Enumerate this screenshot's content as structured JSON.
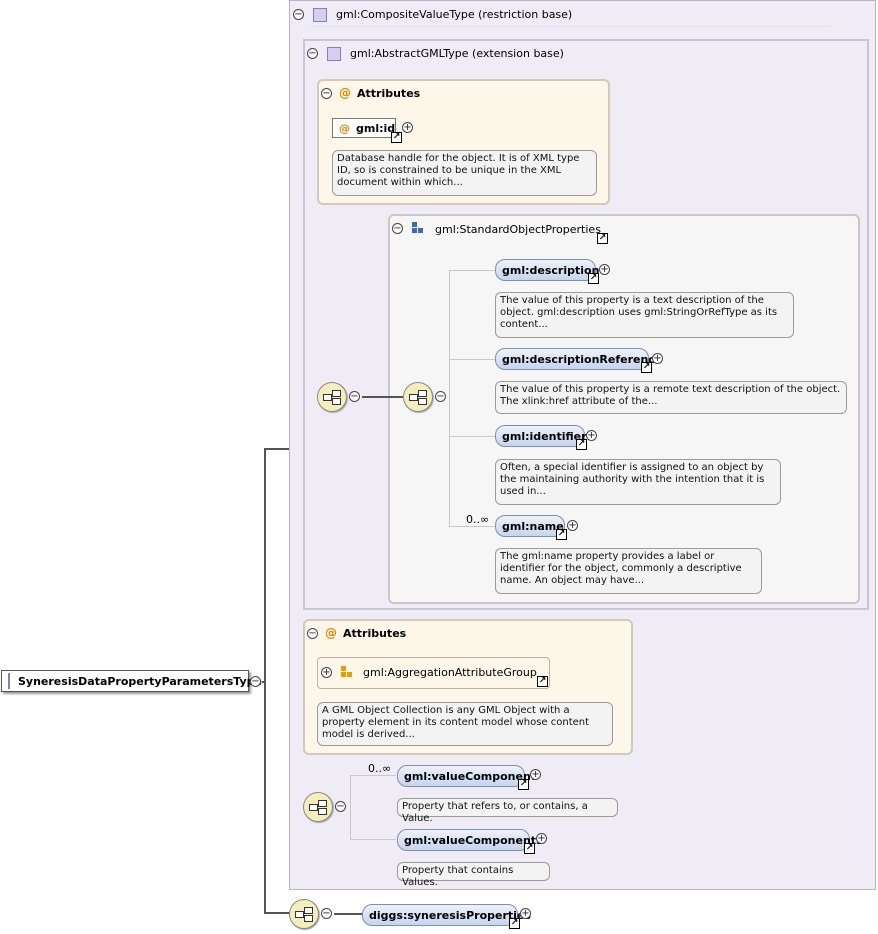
{
  "root": {
    "label": "SyneresisDataPropertyParametersType"
  },
  "composite": {
    "header": "gml:CompositeValueType (restriction base)"
  },
  "abstract": {
    "header": "gml:AbstractGMLType (extension base)"
  },
  "attrs1": {
    "header": "Attributes",
    "item": "gml:id",
    "note": "Database handle for the object. It is of XML type ID, so is constrained to be unique in the XML document within which..."
  },
  "std": {
    "header": "gml:StandardObjectProperties",
    "items": [
      {
        "label": "gml:description",
        "note": "The value of this property is a text description of the object. gml:description uses gml:StringOrRefType as its content..."
      },
      {
        "label": "gml:descriptionReference",
        "note": "The value of this property is a remote text description of the object. The xlink:href attribute of the..."
      },
      {
        "label": "gml:identifier",
        "note": "Often, a special identifier is assigned to an object by the maintaining authority with the intention that it is used in..."
      },
      {
        "label": "gml:name",
        "multiplicity": "0..∞",
        "note": "The gml:name property provides a label or identifier for the object, commonly a descriptive name. An object may have..."
      }
    ]
  },
  "attrs2": {
    "header": "Attributes",
    "group": "gml:AggregationAttributeGroup",
    "note": "A GML Object Collection is any GML Object with a property element in its content model whose content model is derived..."
  },
  "values": {
    "multiplicity": "0..∞",
    "items": [
      {
        "label": "gml:valueComponent",
        "note": "Property that refers to, or contains, a Value."
      },
      {
        "label": "gml:valueComponents",
        "note": "Property that contains Values."
      }
    ]
  },
  "syneresis": {
    "label": "diggs:syneresisProperties"
  },
  "symbols": {
    "collapse": "−",
    "expand": "+",
    "at": "@",
    "ref": "↗"
  },
  "colors": {
    "type_fill": "#efecf6",
    "attr_fill": "#fdf7ea",
    "element_fill": "#c6d4ef",
    "compositor_fill": "#f5eebc"
  }
}
